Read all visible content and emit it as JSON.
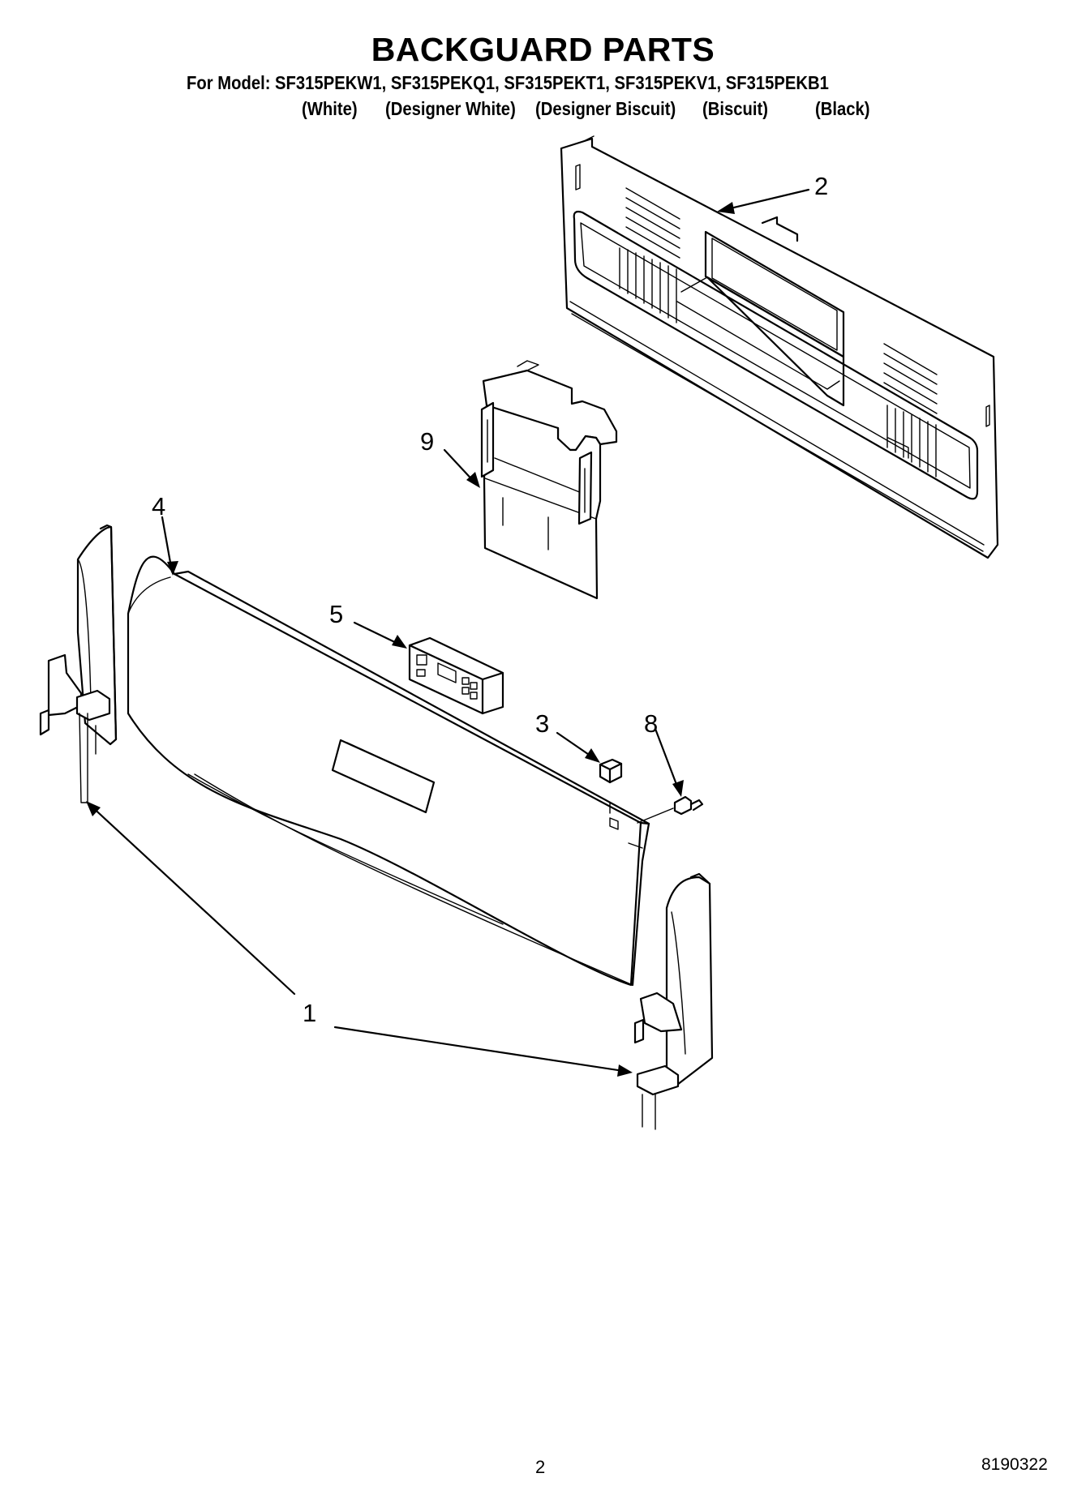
{
  "header": {
    "title": "BACKGUARD PARTS",
    "models_line": "For Model: SF315PEKW1, SF315PEKQ1, SF315PEKT1, SF315PEKV1, SF315PEKB1",
    "finishes": [
      "(White)",
      "(Designer White)",
      "(Designer Biscuit)",
      "(Biscuit)",
      "(Black)"
    ]
  },
  "callouts": {
    "panel_rear": "2",
    "bracket_9": "9",
    "backguard_4": "4",
    "control_5": "5",
    "switch_3": "3",
    "screw_8": "8",
    "end_caps_1": "1"
  },
  "footer": {
    "page_number": "2",
    "document_number": "8190322"
  }
}
